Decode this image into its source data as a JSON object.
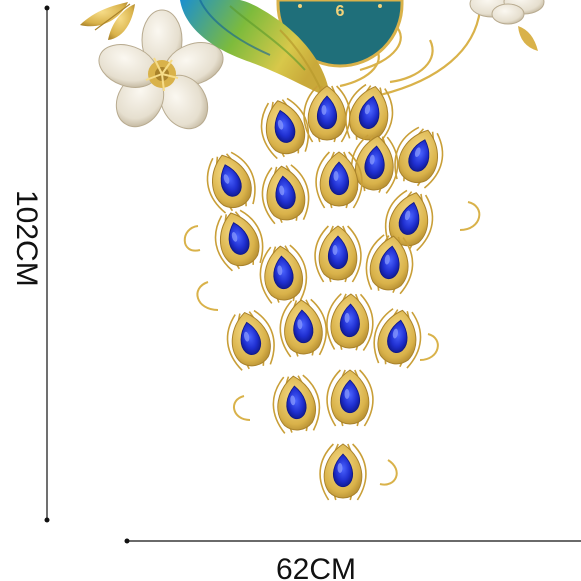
{
  "dimensions": {
    "height_label": "102CM",
    "width_label": "62CM"
  },
  "clock": {
    "visible_numeral": "6"
  },
  "colors": {
    "gold": "#d9b24a",
    "gold_dark": "#b8902e",
    "feather_blue": "#1f2fd0",
    "clock_teal": "#1f6f7a",
    "peacock_green": "#7dbb3c",
    "peacock_blue": "#1a8fd0",
    "flower_cream": "#efe9dc",
    "dimension_line": "#111111"
  }
}
